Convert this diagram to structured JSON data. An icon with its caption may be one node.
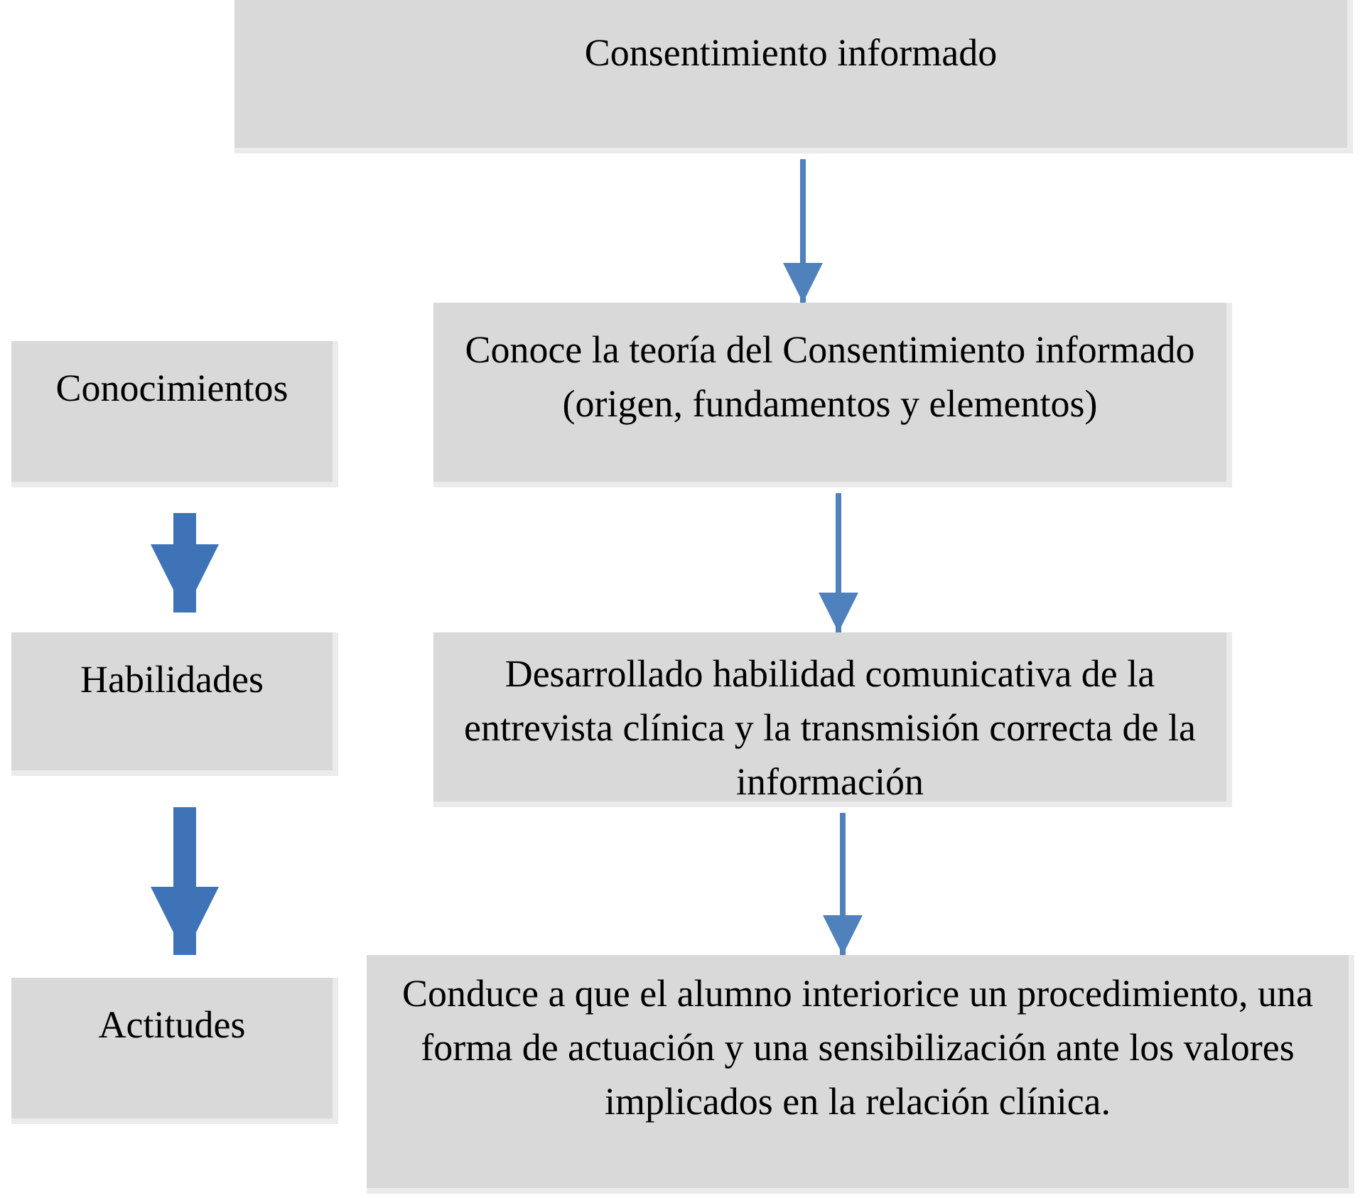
{
  "diagram": {
    "nodes": [
      {
        "text": [
          "Consentimiento informado"
        ]
      },
      {
        "text": [
          "Conoce la teoría del Consentimiento informado (origen, fundamentos y elementos)"
        ]
      },
      {
        "text": [
          "Conocimientos"
        ]
      },
      {
        "text": [
          "Desarrollado habilidad comunicativa de la entrevista clínica y la transmisión correcta de la información"
        ]
      },
      {
        "text": [
          "Habilidades"
        ]
      },
      {
        "text": [
          "Actitudes"
        ]
      },
      {
        "text": [
          "Conduce a que el alumno interiorice un procedimiento, una forma de actuación y una sensibilización ante los valores implicados en la relación clínica."
        ]
      }
    ],
    "edges": [
      {
        "from": 0,
        "to": 1,
        "arrow": "to"
      },
      {
        "from": 1,
        "to": 3,
        "arrow": "to"
      },
      {
        "from": 3,
        "to": 6,
        "arrow": "to"
      },
      {
        "from": 2,
        "to": 4,
        "arrow": "to",
        "style": "thick"
      },
      {
        "from": 4,
        "to": 5,
        "arrow": "to",
        "style": "thick"
      }
    ]
  }
}
